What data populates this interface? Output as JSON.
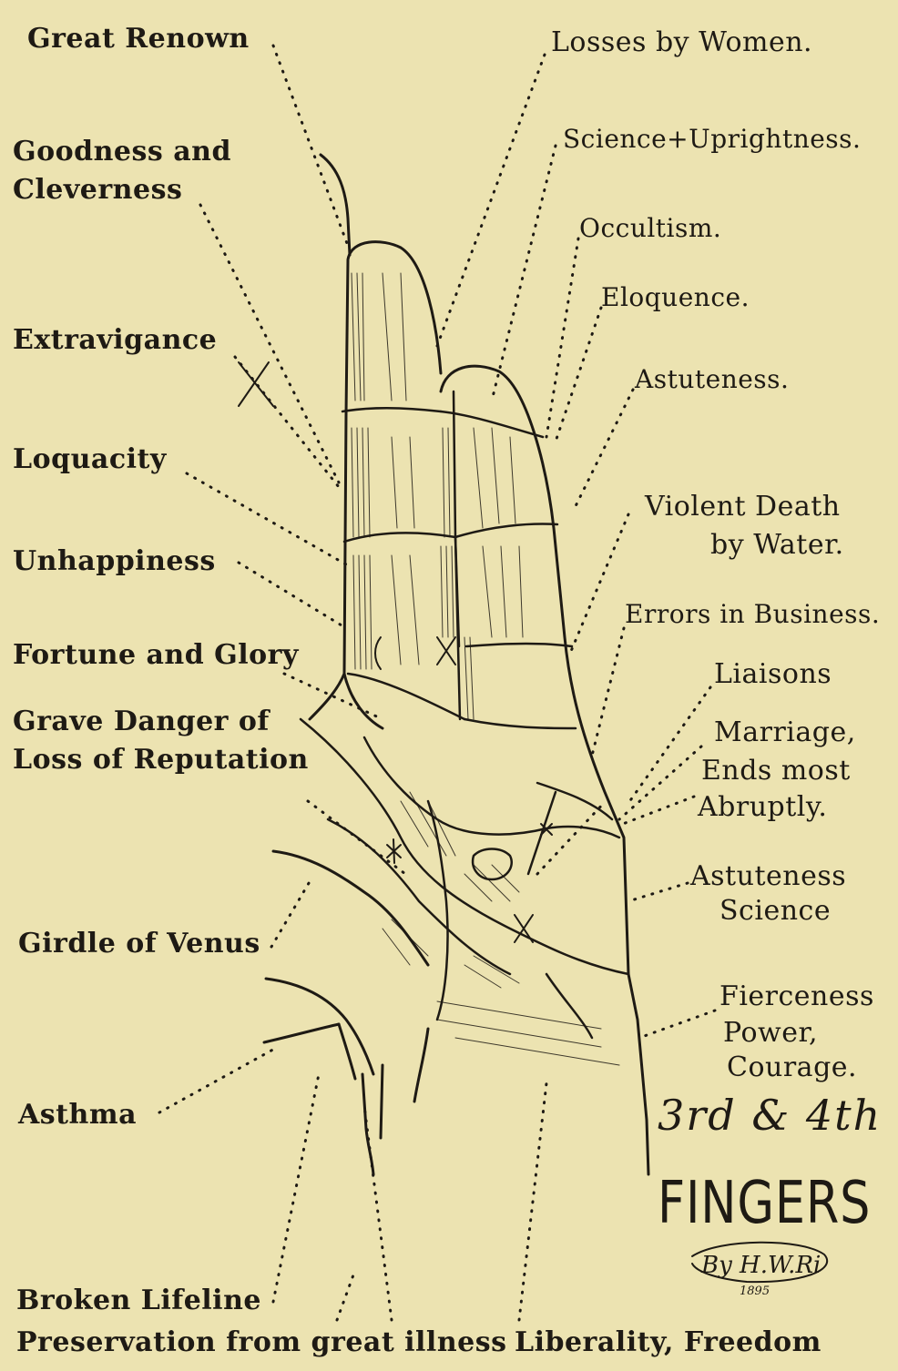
{
  "labels": {
    "great_renown": "Great Renown",
    "goodness_line1": "Goodness and",
    "goodness_line2": "Cleverness",
    "extravigance": "Extravigance",
    "loquacity": "Loquacity",
    "unhappiness": "Unhappiness",
    "fortune_glory": "Fortune and Glory",
    "grave_danger_line1": "Grave Danger of",
    "grave_danger_line2": "Loss of Reputation",
    "girdle_of_venus": "Girdle of Venus",
    "asthma": "Asthma",
    "broken_lifeline": "Broken Lifeline",
    "preservation": "Preservation from great illness",
    "liberality": "Liberality, Freedom",
    "losses_by_women": "Losses by Women.",
    "science_uprightness": "Science+Uprightness.",
    "occultism": "Occultism.",
    "eloquence": "Eloquence.",
    "astuteness": "Astuteness.",
    "violent_death_line1": "Violent Death",
    "violent_death_line2": "by Water.",
    "errors_in_business": "Errors in Business.",
    "liaisons": "Liaisons",
    "marriage_line1": "Marriage,",
    "marriage_line2": "Ends most",
    "marriage_line3": "Abruptly.",
    "astuteness_science_line1": "Astuteness",
    "astuteness_science_line2": "Science",
    "fierceness_line1": "Fierceness",
    "fierceness_line2": "Power,",
    "fierceness_line3": "Courage."
  },
  "title": {
    "subtitle": "3rd & 4th",
    "main": "FINGERS"
  },
  "signature": {
    "text": "By H.W.Ri",
    "year": "1895"
  },
  "colors": {
    "paper": "#ece3b1",
    "ink": "#1e1a14"
  }
}
